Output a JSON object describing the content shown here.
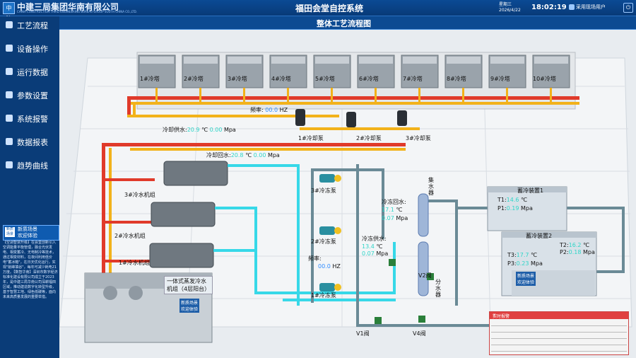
{
  "header": {
    "company_cn": "中建三局集团华南有限公司",
    "company_en": "CHINA CONSTRUCTION THIRD ENGINEERING BUREAU GROUP SOUTH CHINA CO.,LTD.",
    "system_title": "福田会堂自控系统",
    "weekday": "星期三",
    "date": "2026/4/22",
    "time": "18:02:19",
    "user": "采用现场用户",
    "logo_text": "中建"
  },
  "page_title": "整体工艺流程图",
  "sidebar": {
    "items": [
      {
        "label": "工艺流程",
        "icon": "process-icon"
      },
      {
        "label": "设备操作",
        "icon": "device-icon"
      },
      {
        "label": "运行数据",
        "icon": "data-icon"
      },
      {
        "label": "参数设置",
        "icon": "settings-icon"
      },
      {
        "label": "系统报警",
        "icon": "alarm-icon"
      },
      {
        "label": "数据报表",
        "icon": "report-icon"
      },
      {
        "label": "趋势曲线",
        "icon": "trend-icon"
      }
    ],
    "promo": {
      "line1": "新质场景",
      "line2": "欢迎体验",
      "badge": "新质场景"
    },
    "news": "【空调智慧升级】在会堂创新引入空调能量平衡管理，融合光伏发电、相变蓄冷、无电制冷等技术，通过相变材料，在夜间利用低价电\"蓄冰箱\"，在日天优化运行，实现\"削峰填谷\"，每年可减少耗电21万度。【数智华南】深圳市数字经济标准化建设有限公司成立于2023年，是中建三局华南公司深耕福田区域，推动建造数字化转型升级，基于智慧工地、绿色低碳等，面向未来高质量发展的重要举措。"
  },
  "process": {
    "cooling_towers": [
      "1#冷塔",
      "2#冷塔",
      "3#冷塔",
      "4#冷塔",
      "5#冷塔",
      "6#冷塔",
      "7#冷塔",
      "8#冷塔",
      "9#冷塔",
      "10#冷塔"
    ],
    "freq_label_1": "频率:",
    "freq_value_1": "00.0",
    "freq_unit_1": "HZ",
    "cooling_supply_label": "冷却供水:",
    "cooling_supply_temp": "20.9",
    "cooling_supply_press": "0.00",
    "cooling_return_label": "冷却回水:",
    "cooling_return_temp": "20.8",
    "cooling_return_press": "0.00",
    "temp_unit": "℃",
    "press_unit": "Mpa",
    "cooling_pumps": [
      "1#冷却泵",
      "2#冷却泵",
      "3#冷却泵"
    ],
    "chillers": [
      "3#冷水机组",
      "2#冷水机组",
      "1#冷水机组"
    ],
    "chilled_pumps": [
      "3#冷冻泵",
      "2#冷冻泵",
      "1#冷冻泵"
    ],
    "freq_label_2": "频率:",
    "freq_value_2": "00.0",
    "freq_unit_2": "HZ",
    "collector": "集水器",
    "distributor": "分水器",
    "chilled_return_label": "冷冻回水:",
    "chilled_return_temp": "17.1",
    "chilled_return_press": "0.07",
    "chilled_supply_label": "冷冻供水:",
    "chilled_supply_temp": "13.4",
    "chilled_supply_press": "0.07",
    "evap_unit_line1": "一体式蒸发冷水",
    "evap_unit_line2": "机组（4层阳台）",
    "evap_badge_line1": "新质场景",
    "evap_badge_line2": "欢迎体验",
    "valves": [
      "V1阀",
      "V2阀",
      "V4阀"
    ],
    "storage1_title": "蓄冷装置1",
    "storage1_t1_label": "T1:",
    "storage1_t1": "14.6",
    "storage1_p1_label": "P1:",
    "storage1_p1": "0.19",
    "storage2_title": "蓄冷装置2",
    "storage2_t2_label": "T2:",
    "storage2_t2": "16.2",
    "storage2_p2_label": "P2:",
    "storage2_p2": "0.18",
    "storage2_t3_label": "T3:",
    "storage2_t3": "17.7",
    "storage2_p3_label": "P3:",
    "storage2_p3": "0.23",
    "storage_badge_line1": "新质场景",
    "storage_badge_line2": "欢迎体验"
  },
  "alarm_panel": {
    "title": "实时报警",
    "close": "×"
  }
}
